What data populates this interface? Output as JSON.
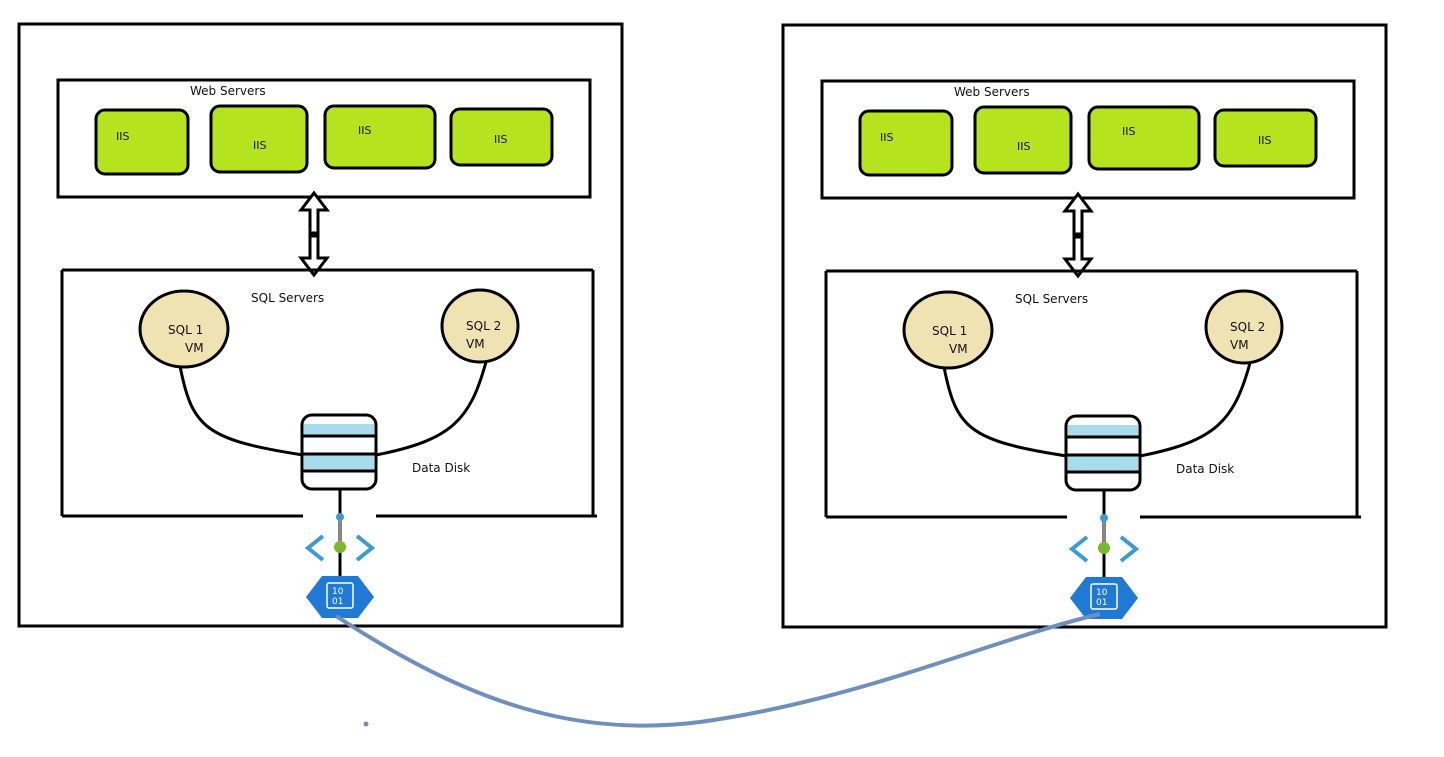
{
  "colors": {
    "iis_fill": "#b5e31e",
    "sql_fill": "#efe2b3",
    "disk_fill": "#a8dcec",
    "endpoint_blue": "#1f7ad6",
    "endpoint_green": "#78b928",
    "link_line": "#6f8fbc"
  },
  "icons": [
    "double-arrow-icon",
    "database-disk-icon",
    "private-endpoint-icon",
    "binary-file-icon"
  ],
  "regions": [
    {
      "web_label": "Web Servers",
      "iis": [
        "IIS",
        "IIS",
        "IIS",
        "IIS"
      ],
      "sql_label": "SQL Servers",
      "sql1": [
        "SQL 1",
        "VM"
      ],
      "sql2": [
        "SQL 2",
        "VM"
      ],
      "disk_label": "Data Disk",
      "binary_top": "10",
      "binary_bottom": "01"
    },
    {
      "web_label": "Web Servers",
      "iis": [
        "IIS",
        "IIS",
        "IIS",
        "IIS"
      ],
      "sql_label": "SQL Servers",
      "sql1": [
        "SQL 1",
        "VM"
      ],
      "sql2": [
        "SQL 2",
        "VM"
      ],
      "disk_label": "Data Disk",
      "binary_top": "10",
      "binary_bottom": "01"
    }
  ]
}
